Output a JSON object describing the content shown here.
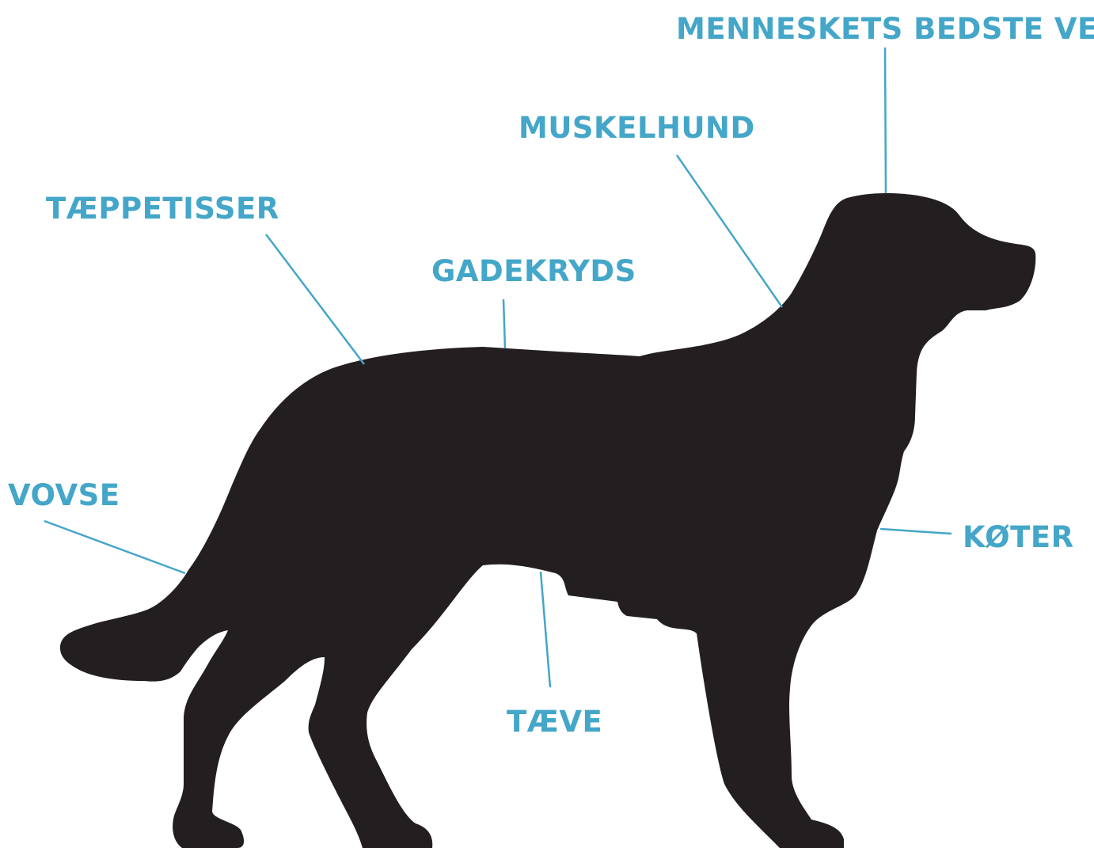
{
  "diagram": {
    "labels": {
      "menneskets": "MENNESKETS BEDSTE VEN",
      "muskelhund": "MUSKELHUND",
      "taeppetisser": "TÆPPETISSER",
      "gadekryds": "GADEKRYDS",
      "vovse": "VOVSE",
      "koter": "KØTER",
      "taeve": "TÆVE"
    },
    "colors": {
      "label": "#44a6c8",
      "line": "#44a6c8",
      "silhouette": "#231f20",
      "background": "#ffffff"
    },
    "subject_icon": "dog-silhouette-icon"
  }
}
